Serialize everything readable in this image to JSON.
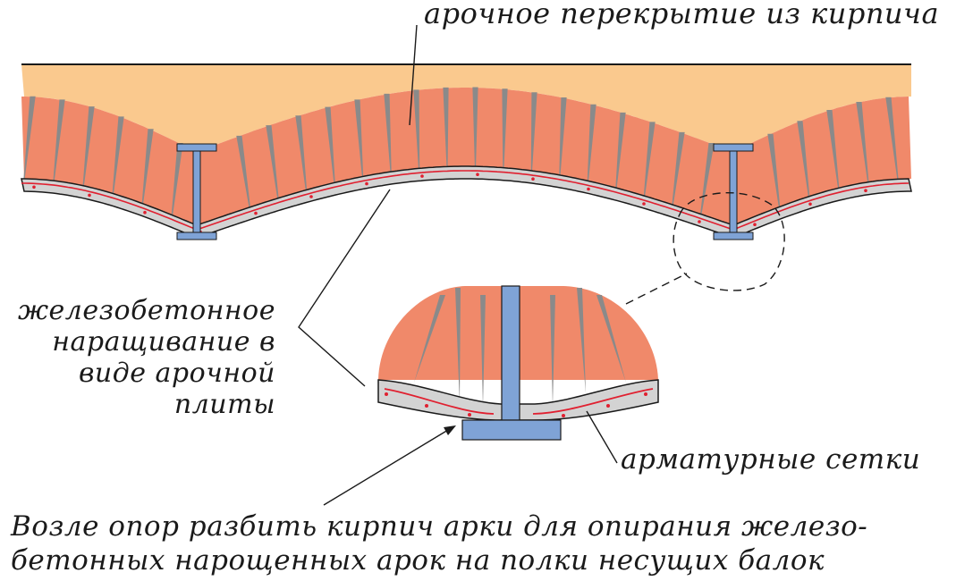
{
  "diagram": {
    "labels": {
      "brick_vault": "арочное перекрытие из кирпича",
      "rc_buildup": [
        "железобетонное",
        "наращивание в",
        "виде арочной",
        "плиты"
      ],
      "rebar_mesh": "арматурные сетки",
      "note": [
        "Возле опор разбить кирпич арки для опирания железо-",
        "бетонных нарощенных арок на полки несущих балок"
      ]
    },
    "colors": {
      "fill": "#fac98e",
      "brick": "#f0896a",
      "brick_joint": "#8a8a8a",
      "concrete": "#d3d3d3",
      "steel_beam": "#7fa3d6",
      "rebar": "#e02030",
      "line": "#1a1a1a"
    }
  }
}
